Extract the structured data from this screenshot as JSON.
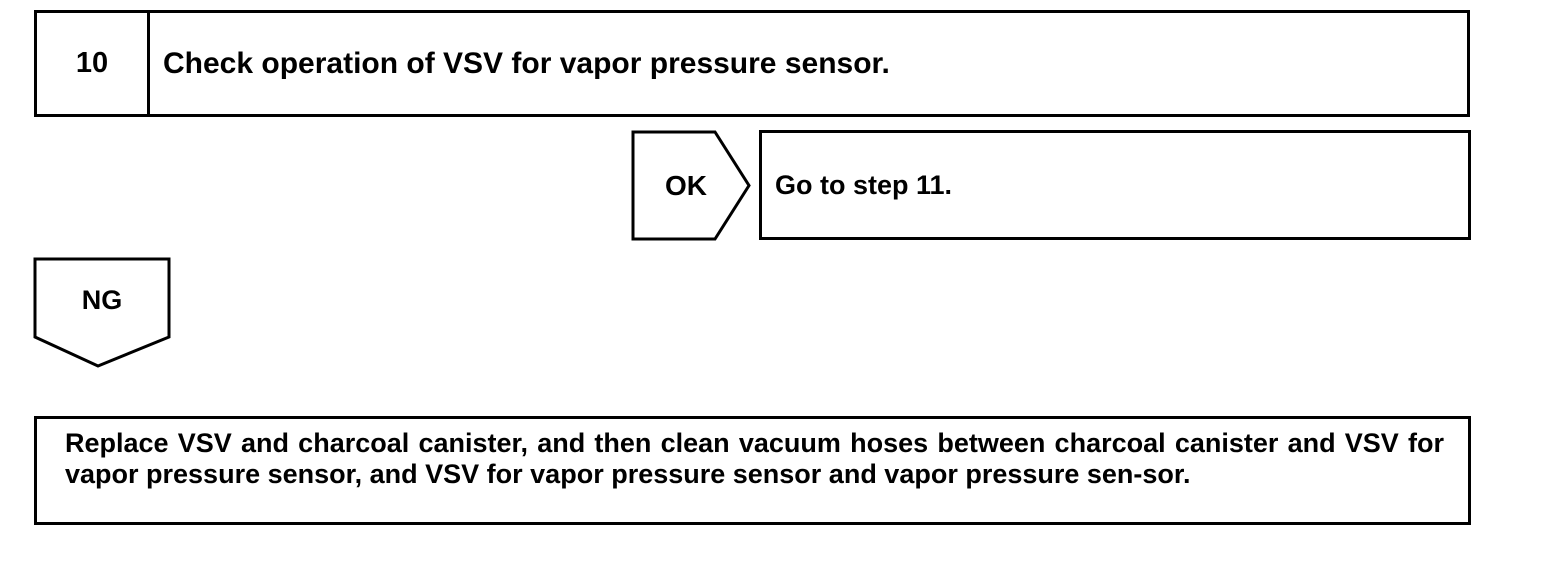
{
  "step": {
    "number": "10",
    "title": "Check operation of VSV for vapor pressure sensor."
  },
  "ok": {
    "label": "OK",
    "action": "Go to step 11."
  },
  "ng": {
    "label": "NG",
    "action": "Replace VSV and charcoal canister, and then clean vacuum hoses between charcoal canister and VSV for vapor pressure sensor, and VSV for vapor pressure sensor and vapor pressure sen-sor."
  }
}
